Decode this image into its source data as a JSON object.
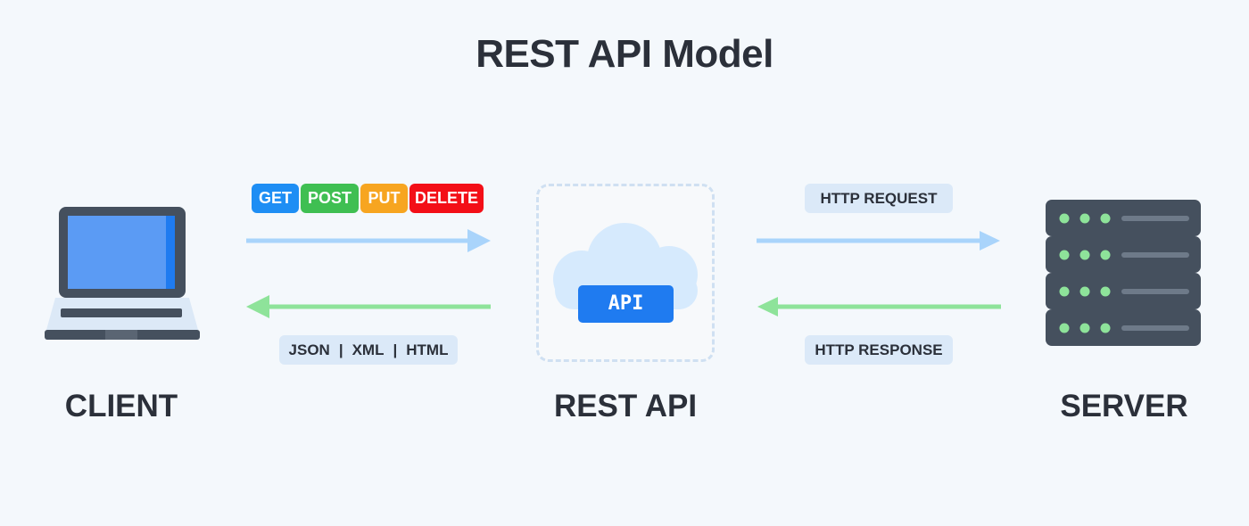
{
  "title": "REST API Model",
  "nodes": {
    "client": "CLIENT",
    "rest_api": "REST API",
    "server": "SERVER"
  },
  "api_badge": "API",
  "methods": [
    {
      "label": "GET",
      "color": "#1e8ef4"
    },
    {
      "label": "POST",
      "color": "#3fbf52"
    },
    {
      "label": "PUT",
      "color": "#f7a520"
    },
    {
      "label": "DELETE",
      "color": "#f30f17"
    }
  ],
  "formats": [
    "JSON",
    "XML",
    "HTML"
  ],
  "http_request": "HTTP REQUEST",
  "http_response": "HTTP RESPONSE",
  "colors": {
    "request_arrow": "#a9d4fb",
    "response_arrow": "#8ee39a",
    "background": "#f4f8fc"
  }
}
